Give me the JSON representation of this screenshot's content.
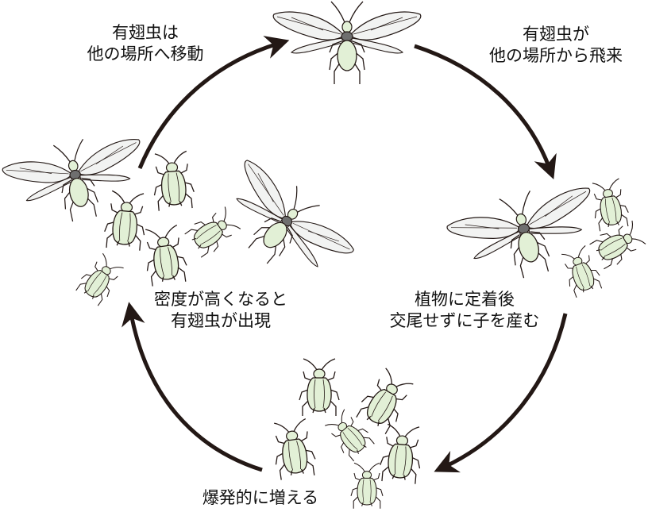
{
  "colors": {
    "arrow": "#231815",
    "outline": "#231815",
    "body_fill": "#e2f0d6",
    "wing_fill": "#f2f3f2",
    "head_fill": "#6f6f6f",
    "text": "#111111"
  },
  "labels": {
    "top_left": {
      "line1": "有翅虫は",
      "line2": "他の場所へ移動"
    },
    "top_right": {
      "line1": "有翅虫が",
      "line2": "他の場所から飛来"
    },
    "left_mid": {
      "line1": "密度が高くなると",
      "line2": "有翅虫が出現"
    },
    "right_mid": {
      "line1": "植物に定着後",
      "line2": "交尾せずに子を産む"
    },
    "bottom": {
      "line1": "爆発的に増える"
    }
  },
  "icons": {
    "winged_aphid": "winged-aphid-icon",
    "wingless_aphid": "wingless-aphid-icon",
    "cycle_arrow": "cycle-arrow-icon"
  }
}
